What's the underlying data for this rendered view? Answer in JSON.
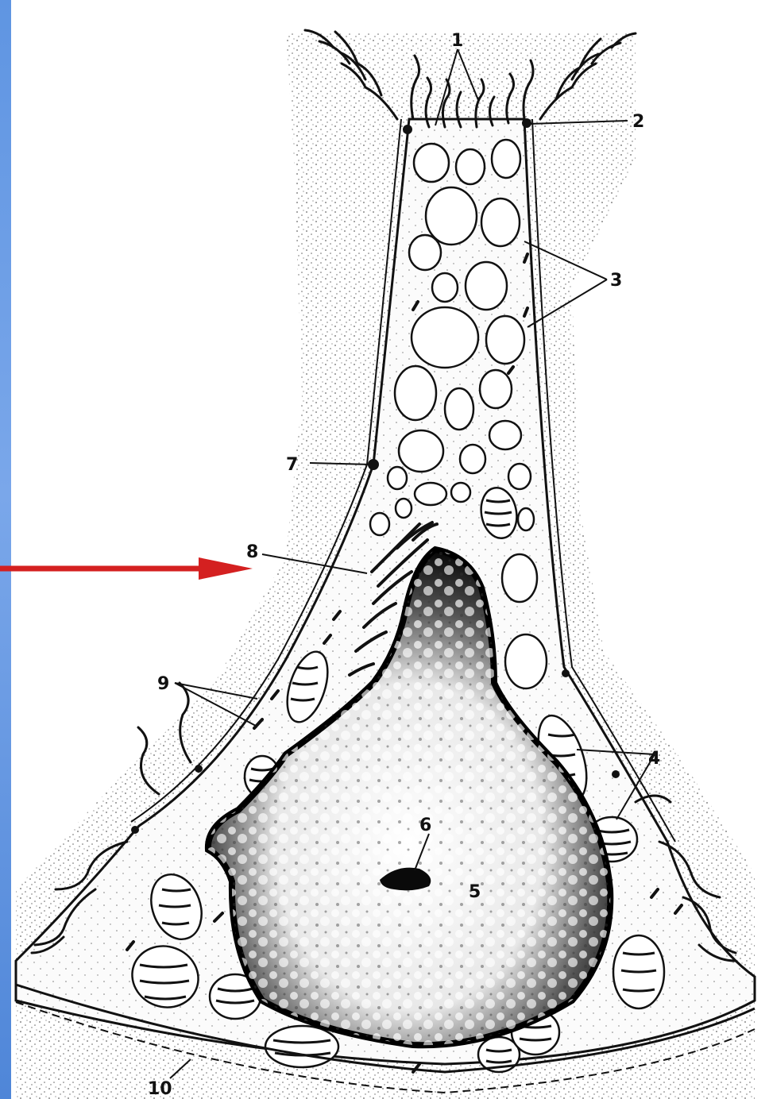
{
  "colors": {
    "background": "#ffffff",
    "side_bar": "#5f95e2",
    "pointer_arrow": "#d42020",
    "ink": "#111111",
    "vesicle_fill": "#ffffff"
  },
  "labels": {
    "l1": "1",
    "l2": "2",
    "l3": "3",
    "l4": "4",
    "l5": "5",
    "l6": "6",
    "l7": "7",
    "l8": "8",
    "l9": "9",
    "l10": "10"
  }
}
